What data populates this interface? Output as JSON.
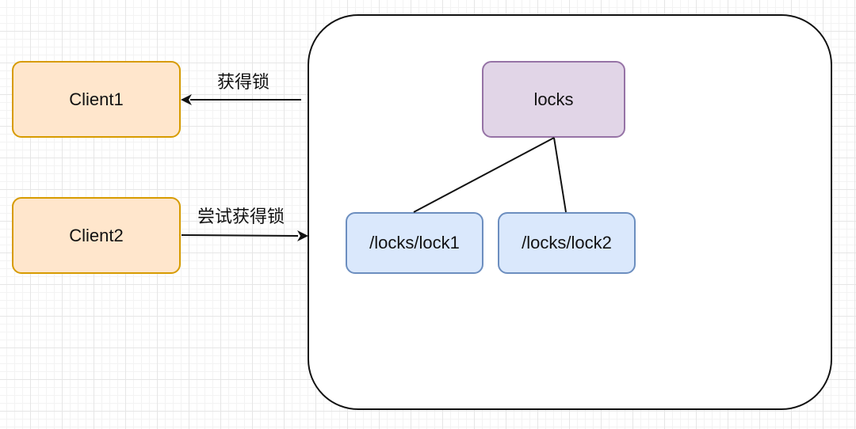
{
  "nodes": {
    "client1": "Client1",
    "client2": "Client2",
    "locks": "locks",
    "lock1": "/locks/lock1",
    "lock2": "/locks/lock2"
  },
  "edges": {
    "acquire_label": "获得锁",
    "try_acquire_label": "尝试获得锁"
  },
  "colors": {
    "client_fill": "#ffe6cc",
    "client_stroke": "#d79b00",
    "locks_fill": "#e1d5e7",
    "locks_stroke": "#9673a6",
    "lock_child_fill": "#dae8fc",
    "lock_child_stroke": "#6c8ebf",
    "line": "#111111"
  }
}
